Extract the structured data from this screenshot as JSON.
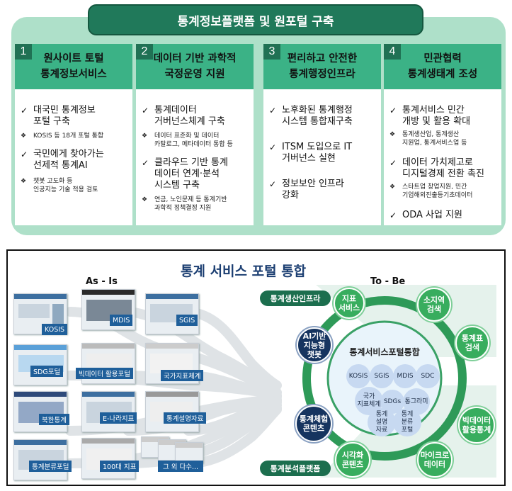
{
  "top": {
    "title": "통계정보플랫폼 및 원포털 구축",
    "columns": [
      {
        "num": "1",
        "head1": "원사이트 토털",
        "head2": "통계정보서비스",
        "items": [
          {
            "mark": "✓",
            "l1": "대국민 통계정보",
            "l2": "포털 구축"
          },
          {
            "mark": "❖",
            "l1": "KOSIS 등 18개 포털 통합",
            "l2": ""
          },
          {
            "mark": "✓",
            "l1": "국민에게 찾아가는",
            "l2": "선제적 통계AI"
          },
          {
            "mark": "❖",
            "l1": "챗봇 고도화 등",
            "l2": "인공지능 기술 적용 검토"
          }
        ]
      },
      {
        "num": "2",
        "head1": "데이터 기반 과학적",
        "head2": "국정운영 지원",
        "items": [
          {
            "mark": "✓",
            "l1": "통계데이터",
            "l2": "거버넌스체계 구축"
          },
          {
            "mark": "❖",
            "l1": "데이터 표준화 및 데이터",
            "l2": "카탈로그, 메타데이터 통합 등"
          },
          {
            "mark": "✓",
            "l1": "클라우드 기반 통계",
            "l2": "데이터 연계·분석",
            "l3": "시스템 구축"
          },
          {
            "mark": "❖",
            "l1": "연금, 노인문제 등 통계기반",
            "l2": "과학적 정책결정 지원"
          }
        ]
      },
      {
        "num": "3",
        "head1": "편리하고 안전한",
        "head2": "통계행정인프라",
        "items": [
          {
            "mark": "✓",
            "l1": "노후화된 통계행정",
            "l2": "시스템 통합재구축"
          },
          {
            "mark": "✓",
            "l1": "ITSM 도입으로 IT",
            "l2": "거버넌스 실현"
          },
          {
            "mark": "✓",
            "l1": "정보보안 인프라",
            "l2": "강화"
          }
        ]
      },
      {
        "num": "4",
        "head1": "민관협력",
        "head2": "통계생태계 조성",
        "items": [
          {
            "mark": "✓",
            "l1": "통계서비스 민간",
            "l2": "개방 및 활용 확대"
          },
          {
            "mark": "❖",
            "l1": "통계생산업, 통계생산",
            "l2": "지원업, 통계서비스업 등"
          },
          {
            "mark": "✓",
            "l1": "데이터 가치제고로",
            "l2": "디지털경제 전환 촉진"
          },
          {
            "mark": "❖",
            "l1": "스타트업 창업지원, 민간",
            "l2": "기업해외진출등기초데이터"
          },
          {
            "mark": "✓",
            "l1": "ODA 사업 지원",
            "l2": ""
          }
        ]
      }
    ]
  },
  "bottom": {
    "title": "통계 서비스 포털 통합",
    "as_is": "As - Is",
    "to_be": "To - Be",
    "portals": [
      "KOSIS",
      "MDIS",
      "SGIS",
      "SDG포털",
      "빅데이터 활용포털",
      "국가지표체계",
      "북한통계",
      "E-나라지표",
      "통계설명자료",
      "통계분류포털",
      "100대 지표",
      "그 외 다수..."
    ],
    "tag_top": "통계생산인프라",
    "tag_bottom": "통계분석플랫폼",
    "center_title": "통계서비스포털통합",
    "inner": [
      "KOSIS",
      "SGIS",
      "MDIS",
      "SDC",
      "국가\n지표체계",
      "SDGs",
      "통그라미",
      "통계\n설명\n자료",
      "통계\n분류\n포털"
    ],
    "green_nodes": [
      "지표\n서비스",
      "소지역\n검색",
      "통계표\n검색",
      "빅데이터\n활용통계",
      "마이크로\n데이터",
      "시각화\n콘텐츠"
    ],
    "navy_nodes": [
      "AI기반\n지능형\n챗봇",
      "통계체험\n콘텐츠"
    ]
  },
  "colors": {
    "dark_green": "#20795a",
    "mint": "#aee0c9",
    "green": "#38ad5e",
    "navy": "#16345f",
    "portal_blue": "#1f5f9a"
  }
}
